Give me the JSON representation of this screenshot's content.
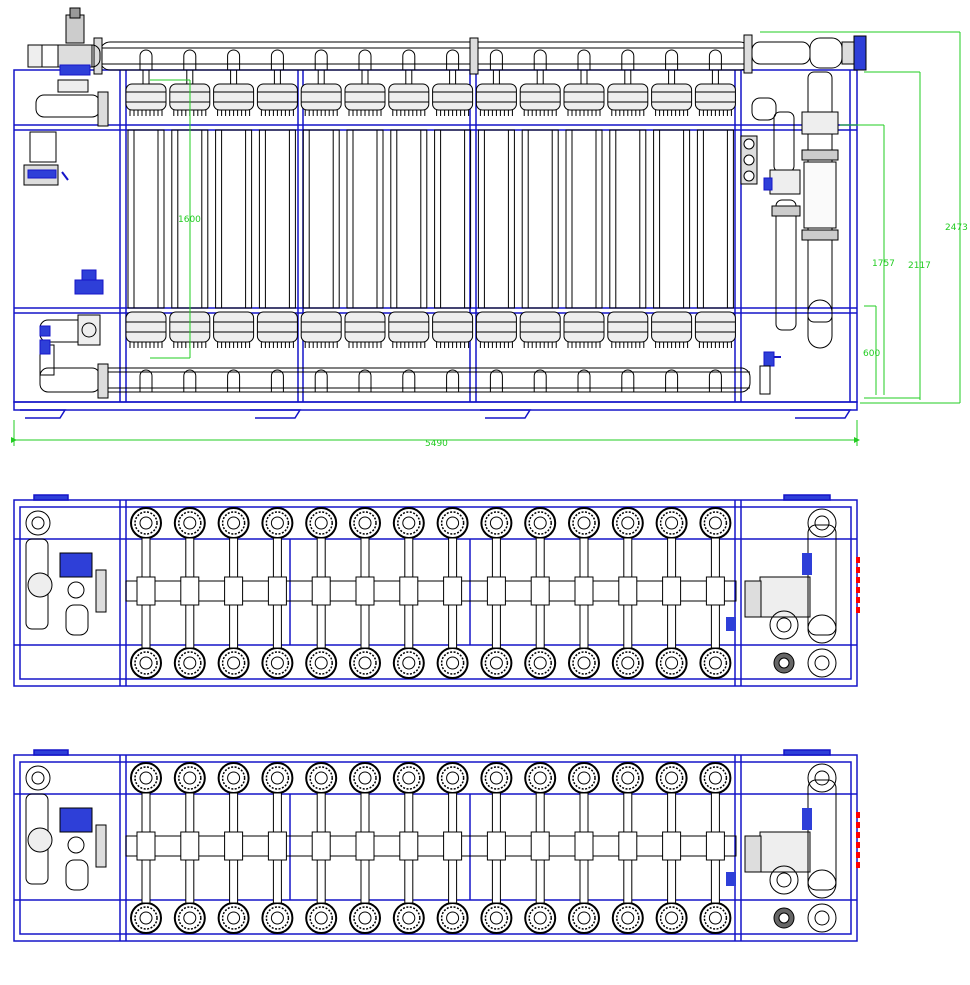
{
  "colors": {
    "frame": "#1515c8",
    "pipe": "#000000",
    "dimension": "#22cc22",
    "valve": "#2e3fd8",
    "marker": "#ff0000",
    "background": "#ffffff"
  },
  "modules": {
    "count": 14
  },
  "dimensions": {
    "total_length": "5490",
    "module_length": "1600",
    "total_height": "2473",
    "height_2117": "2117",
    "height_1757": "1757",
    "base_height": "600"
  },
  "icons": {
    "gauge": "pressure-gauge-icon",
    "valve": "butterfly-valve-icon",
    "flange": "pipe-flange-icon"
  }
}
